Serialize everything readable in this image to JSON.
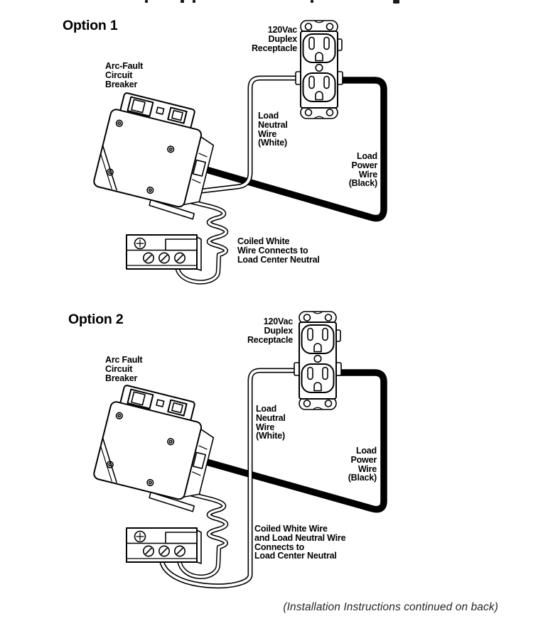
{
  "page": {
    "background": "#ffffff",
    "ink": "#000000"
  },
  "options": [
    {
      "id": "option-1",
      "title": "Option 1",
      "breaker_label": "Arc-Fault\nCircuit\nBreaker",
      "receptacle_label": "120Vac\nDuplex\nReceptacle",
      "neutral_wire_label": "Load\nNeutral\nWire\n(White)",
      "power_wire_label": "Load\nPower\nWire\n(Black)",
      "coil_label": "Coiled White\nWire Connects to\nLoad Center Neutral"
    },
    {
      "id": "option-2",
      "title": "Option 2",
      "breaker_label": "Arc Fault\nCircuit\nBreaker",
      "receptacle_label": "120Vac\nDuplex\nReceptacle",
      "neutral_wire_label": "Load\nNeutral\nWire\n(White)",
      "power_wire_label": "Load\nPower\nWire\n(Black)",
      "coil_label": "Coiled White Wire\nand Load Neutral Wire\nConnects to\nLoad Center Neutral"
    }
  ],
  "footer": {
    "note": "(Installation Instructions continued on back)"
  }
}
